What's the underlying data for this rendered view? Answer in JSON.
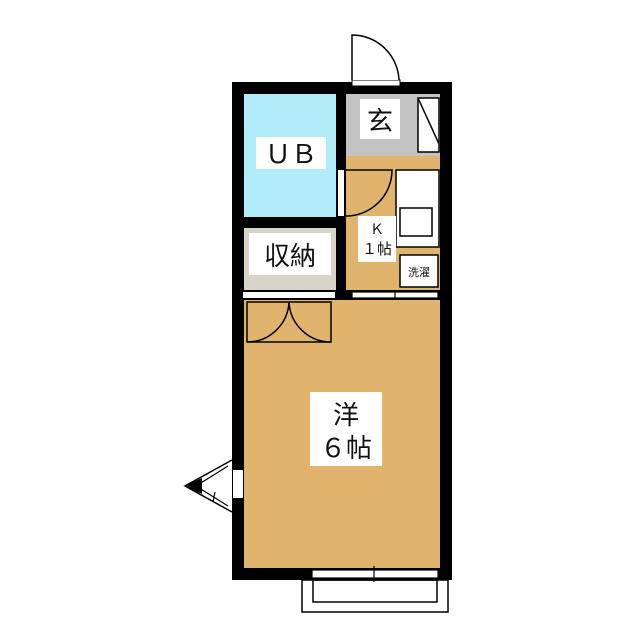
{
  "rooms": {
    "bath": {
      "label": "ＵＢ"
    },
    "storage": {
      "label": "収納"
    },
    "entrance": {
      "label": "玄"
    },
    "kitchen": {
      "type": "Ｋ",
      "size": "１帖"
    },
    "laundry": {
      "label": "洗濯"
    },
    "western": {
      "type": "洋",
      "size": "６帖"
    }
  },
  "colors": {
    "wall": "#000000",
    "bath": "#b3ecf9",
    "storage": "#d8d4c8",
    "entrance": "#c3c3c3",
    "floor": "#e0b46d"
  }
}
